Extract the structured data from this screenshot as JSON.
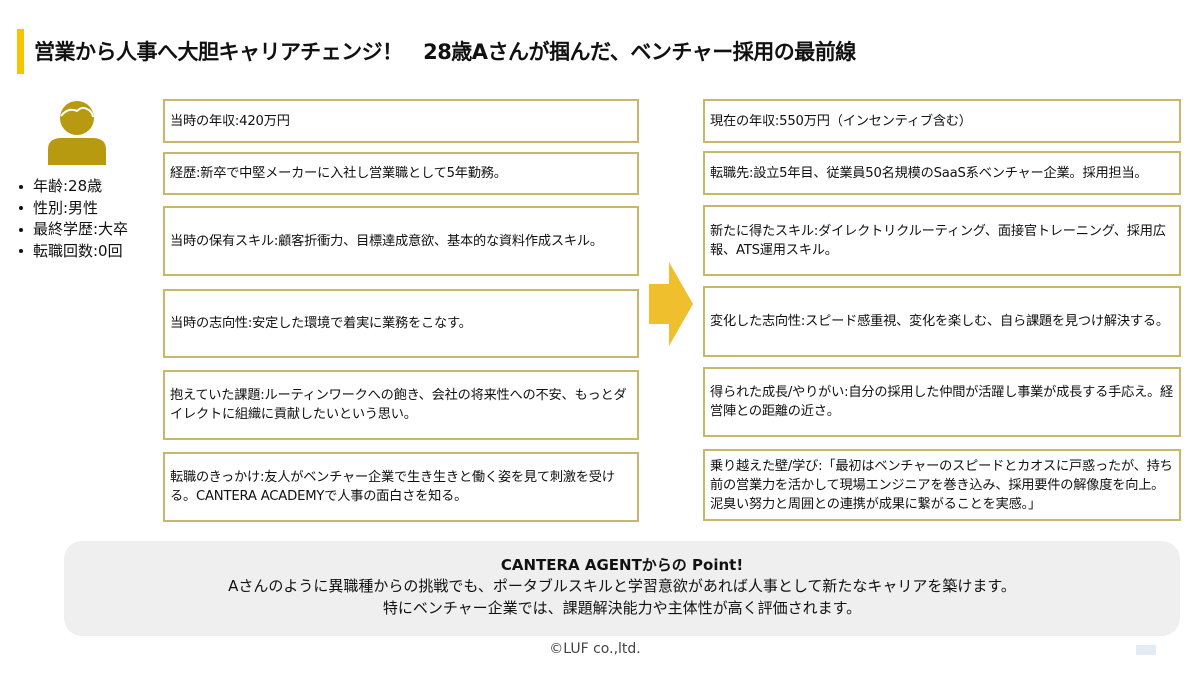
{
  "header": {
    "title": "営業から人事へ大胆キャリアチェンジ！　28歳Aさんが掴んだ、ベンチャー採用の最前線",
    "accent_color": "#f5c500"
  },
  "profile": {
    "avatar_icon": "person-icon",
    "avatar_color": "#b89a10",
    "items": [
      {
        "label": "年齢:28歳"
      },
      {
        "label": "性別:男性"
      },
      {
        "label": "最終学歴:大卒"
      },
      {
        "label": "転職回数:0回"
      }
    ]
  },
  "before": [
    {
      "text": "当時の年収:420万円"
    },
    {
      "text": "経歴:新卒で中堅メーカーに入社し営業職として5年勤務。"
    },
    {
      "text": "当時の保有スキル:顧客折衝力、目標達成意欲、基本的な資料作成スキル。"
    },
    {
      "text": "当時の志向性:安定した環境で着実に業務をこなす。"
    },
    {
      "text": "抱えていた課題:ルーティンワークへの飽き、会社の将来性への不安、もっとダイレクトに組織に貢献したいという思い。"
    },
    {
      "text": "転職のきっかけ:友人がベンチャー企業で生き生きと働く姿を見て刺激を受ける。CANTERA ACADEMYで人事の面白さを知る。"
    }
  ],
  "after": [
    {
      "text": "現在の年収:550万円（インセンティブ含む）"
    },
    {
      "text": "転職先:設立5年目、従業員50名規模のSaaS系ベンチャー企業。採用担当。"
    },
    {
      "text": "新たに得たスキル:ダイレクトリクルーティング、面接官トレーニング、採用広報、ATS運用スキル。"
    },
    {
      "text": "変化した志向性:スピード感重視、変化を楽しむ、自ら課題を見つけ解決する。"
    },
    {
      "text": "得られた成長/やりがい:自分の採用した仲間が活躍し事業が成長する手応え。経営陣との距離の近さ。"
    },
    {
      "text": "乗り越えた壁/学び:「最初はベンチャーのスピードとカオスに戸惑ったが、持ち前の営業力を活かして現場エンジニアを巻き込み、採用要件の解像度を向上。泥臭い努力と周囲との連携が成果に繋がることを実感。」"
    }
  ],
  "transition": {
    "icon": "arrow-right-icon",
    "color": "#f0bf2e"
  },
  "point": {
    "title": "CANTERA AGENTからの Point!",
    "lines": [
      "Aさんのように異職種からの挑戦でも、ポータブルスキルと学習意欲があれば人事として新たなキャリアを築けます。",
      "特にベンチャー企業では、課題解決能力や主体性が高く評価されます。"
    ]
  },
  "footer": {
    "copyright": "©LUF co.,ltd."
  },
  "colors": {
    "box_border": "#c8b66a",
    "point_bg": "#efefef"
  }
}
